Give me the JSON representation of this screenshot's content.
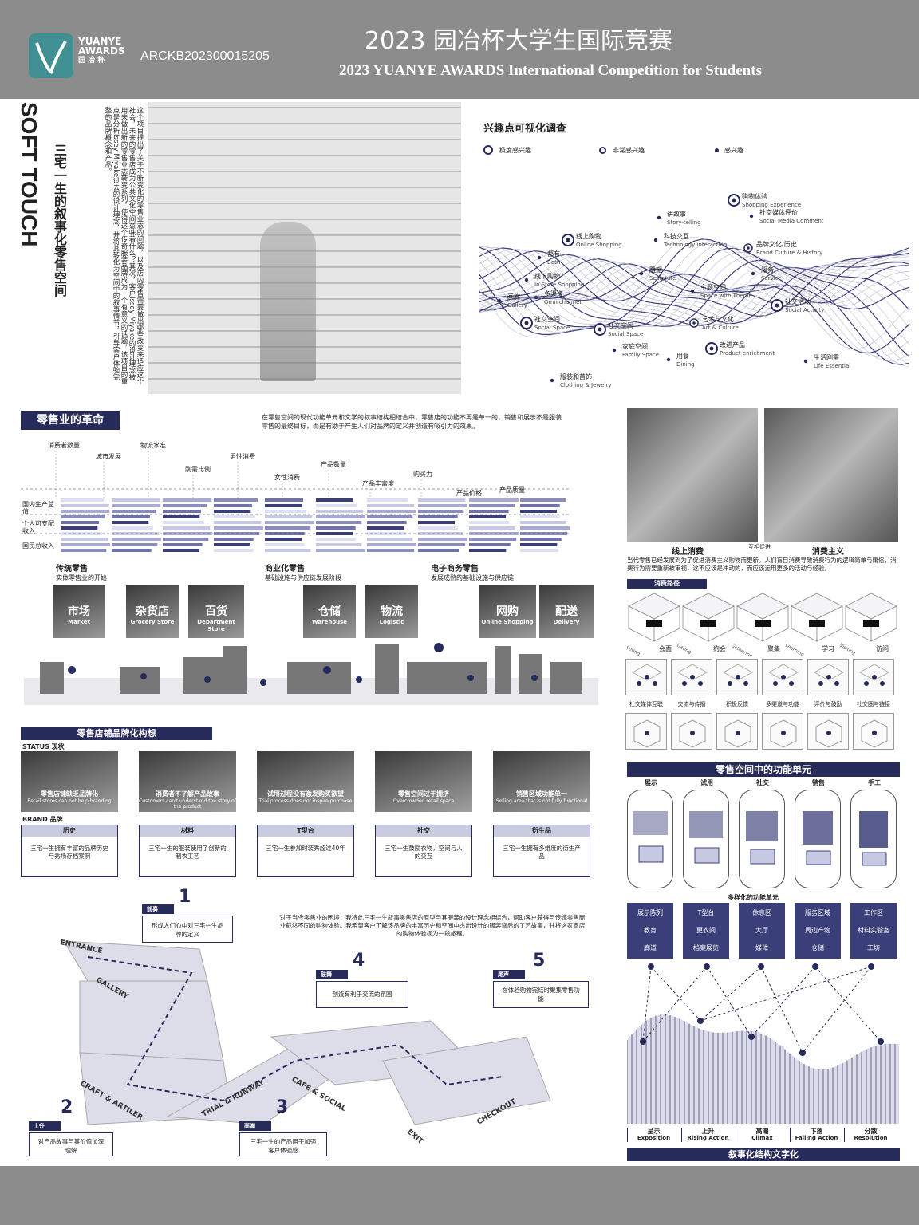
{
  "header": {
    "logo_line1": "YUANYE",
    "logo_line2": "AWARDS",
    "logo_line3": "园 冶 杯",
    "code": "ARCKB202300015205",
    "title_cn": "2023 园冶杯大学生国际竞赛",
    "title_en": "2023 YUANYE AWARDS International Competition for Students"
  },
  "intro": {
    "title_en": "SOFT TOUCH",
    "title_cn": "三宅一生的叙事化零售空间",
    "text": "这个项目提出了关于不断变化的零售业态的问题，以及店内零售需要做出哪些改变来适应这个社会，未来的零售店成为公共文化空间意味着什么？其次，客户Issey Miyake的设计理念被用来做出新的零售业态转变系列，使得这个传奇服装品牌成为一个有意义的话题，该项目的重点是分析Issey Miyake过去的设计理念，并将其转化为空间中的叙事情节，引导客户体验完整的品牌概念和产品。"
  },
  "interest": {
    "title": "兴趣点可视化调查",
    "legend": [
      "极度感兴趣",
      "非常感兴趣",
      "感兴趣"
    ],
    "points": [
      {
        "cn": "购物体验",
        "en": "Shopping Experience"
      },
      {
        "cn": "讲故事",
        "en": "Story-telling"
      },
      {
        "cn": "社交媒体评价",
        "en": "Social Media Comment"
      },
      {
        "cn": "线上购物",
        "en": "Online Shopping"
      },
      {
        "cn": "科技交互",
        "en": "Technology interaction"
      },
      {
        "cn": "品牌文化/历史",
        "en": "Brand Culture & History"
      },
      {
        "cn": "都有",
        "en": "Both"
      },
      {
        "cn": "服务",
        "en": "Service"
      },
      {
        "cn": "线下购物",
        "en": "In Store Shopping"
      },
      {
        "cn": "雕塑",
        "en": "Sculpture"
      },
      {
        "cn": "主题空间",
        "en": "Space with Theme"
      },
      {
        "cn": "多渠道",
        "en": "Omnichannel"
      },
      {
        "cn": "社交活动",
        "en": "Social Activity"
      },
      {
        "cn": "画廊",
        "en": "Gallery"
      },
      {
        "cn": "艺术与文化",
        "en": "Art & Culture"
      },
      {
        "cn": "社交空间",
        "en": "Social Space"
      },
      {
        "cn": "社交空间",
        "en": "Social Space"
      },
      {
        "cn": "改进产品",
        "en": "Product enrichment"
      },
      {
        "cn": "家庭空间",
        "en": "Family Space"
      },
      {
        "cn": "用餐",
        "en": "Dining"
      },
      {
        "cn": "生活刚需",
        "en": "Life Essential"
      },
      {
        "cn": "服装和首饰",
        "en": "Clothing & Jewelry"
      }
    ]
  },
  "revolution": {
    "title": "零售业的革命",
    "text": "在零售空间的现代功能单元和文学的叙事结构相结合中，零售店的功能不再是单一的，销售和展示不是服装零售的最终目标，而是有助于产生人们对品牌的定义并创造有吸引力的效果。",
    "factors": [
      "消费者数量",
      "城市发展",
      "物流水准",
      "刚需比例",
      "男性消费",
      "女性消费",
      "产品数量",
      "产品丰富度",
      "购买力",
      "产品价格",
      "产品质量"
    ],
    "row_labels": [
      "国内生产总值",
      "个人可支配收入",
      "国民总收入"
    ],
    "stages": [
      {
        "title": "传统零售",
        "sub": "实体零售业的开始"
      },
      {
        "title": "商业化零售",
        "sub": "基础设施与供应链发展阶段"
      },
      {
        "title": "电子商务零售",
        "sub": "发展成熟的基础设施与供应链"
      }
    ],
    "thumbs": [
      {
        "cn": "市场",
        "en": "Market"
      },
      {
        "cn": "杂货店",
        "en": "Grocery Store"
      },
      {
        "cn": "百货",
        "en": "Department Store"
      },
      {
        "cn": "仓储",
        "en": "Warehouse"
      },
      {
        "cn": "物流",
        "en": "Logistic"
      },
      {
        "cn": "网购",
        "en": "Online Shopping"
      },
      {
        "cn": "配送",
        "en": "Delivery"
      }
    ]
  },
  "consumption": {
    "left": "线上消费",
    "mid": "互相促进",
    "right": "消费主义",
    "text": "当代零售已经发展到为了促进消费主义购物而更新。人们盲目消费导致消费行为的逻辑简单与庸俗，消费行为需要重新被审视，这不应该是冲动的，而应该运用更多的活动与经验。",
    "path_title": "消费路径",
    "path": [
      {
        "cn": "会面",
        "en": "Meeting"
      },
      {
        "cn": "约会",
        "en": "Dating"
      },
      {
        "cn": "聚集",
        "en": "Gathering"
      },
      {
        "cn": "学习",
        "en": "Learning"
      },
      {
        "cn": "访问",
        "en": "Visiting"
      }
    ],
    "icons_row1": [
      "社交媒体互联",
      "交流与传播",
      "积极反馈",
      "多渠道与功能",
      "评价与鼓励",
      "社交圈与链接"
    ]
  },
  "branding": {
    "title": "零售店铺品牌化构想",
    "status_label": "STATUS  现状",
    "brand_label": "BRAND  品牌",
    "status": [
      {
        "cn": "零售店铺缺乏品牌化",
        "en": "Retail stores can not help branding"
      },
      {
        "cn": "消费者不了解产品故事",
        "en": "Customers can't understand the story of the product"
      },
      {
        "cn": "试用过程没有激发购买欲望",
        "en": "Trial process does not inspire purchase"
      },
      {
        "cn": "零售空间过于拥挤",
        "en": "Overcrowded retail space"
      },
      {
        "cn": "销售区域功能单一",
        "en": "Selling area that is not fully functional"
      }
    ],
    "brand": [
      {
        "head": "历史",
        "text": "三宅一生拥有丰富的品牌历史与秀场存档案例"
      },
      {
        "head": "材料",
        "text": "三宅一生的服装使用了创新的制衣工艺"
      },
      {
        "head": "T型台",
        "text": "三宅一生参加时装秀超过40年"
      },
      {
        "head": "社交",
        "text": "三宅一生鼓励衣物，空间与人的交互"
      },
      {
        "head": "衍生品",
        "text": "三宅一生拥有多维度的衍生产品"
      }
    ],
    "journey_text": "对于当今零售业的困境，我将此三宅一生叙事零售店的原型与其服装的设计理念相结合，帮助客户获得与传统零售商业截然不同的购物体验。我希望客户了解该品牌的丰富历史和空间中杰出设计的服装背后的工艺故事，并将这家商店的购物体验视为一段旅程。",
    "callouts": [
      {
        "num": "1",
        "head": "前奏",
        "text": "形成人们心中对三宅一生品牌的定义"
      },
      {
        "num": "2",
        "head": "上升",
        "text": "对产品故事与其价值加深理解"
      },
      {
        "num": "3",
        "head": "高潮",
        "text": "三宅一生的产品用于加强客户体验感"
      },
      {
        "num": "4",
        "head": "鼓舞",
        "text": "创造有利于交流的氛围"
      },
      {
        "num": "5",
        "head": "尾声",
        "text": "在体验购物完结时聚集零售功能"
      }
    ],
    "path_labels": [
      "ENTRANCE",
      "GALLERY",
      "CRAFT & ARTILER",
      "TRIAL & RUNWAY",
      "CAFE & SOCIAL",
      "CHECKOUT",
      "EXIT"
    ]
  },
  "units": {
    "title": "零售空间中的功能单元",
    "columns": [
      "展示",
      "试用",
      "社交",
      "销售",
      "手工"
    ],
    "multi": "多样化的功能单元",
    "details": [
      [
        "展示陈列",
        "教育",
        "廊道"
      ],
      [
        "T型台",
        "更衣间",
        "档案展览"
      ],
      [
        "休息区",
        "大厅",
        "媒体"
      ],
      [
        "服务区域",
        "周边产物",
        "仓储"
      ],
      [
        "工作区",
        "材料实验室",
        "工坊"
      ]
    ],
    "acts": [
      {
        "cn": "呈示",
        "en": "Exposition"
      },
      {
        "cn": "上升",
        "en": "Rising Action"
      },
      {
        "cn": "高潮",
        "en": "Climax"
      },
      {
        "cn": "下落",
        "en": "Falling Action"
      },
      {
        "cn": "分散",
        "en": "Resolution"
      }
    ],
    "footer": "叙事化结构文字化"
  },
  "colors": {
    "navy": "#262b5a",
    "lavender": "#c7c9e2",
    "header_gray": "#8c8c8c",
    "teal": "#3f8f93"
  }
}
